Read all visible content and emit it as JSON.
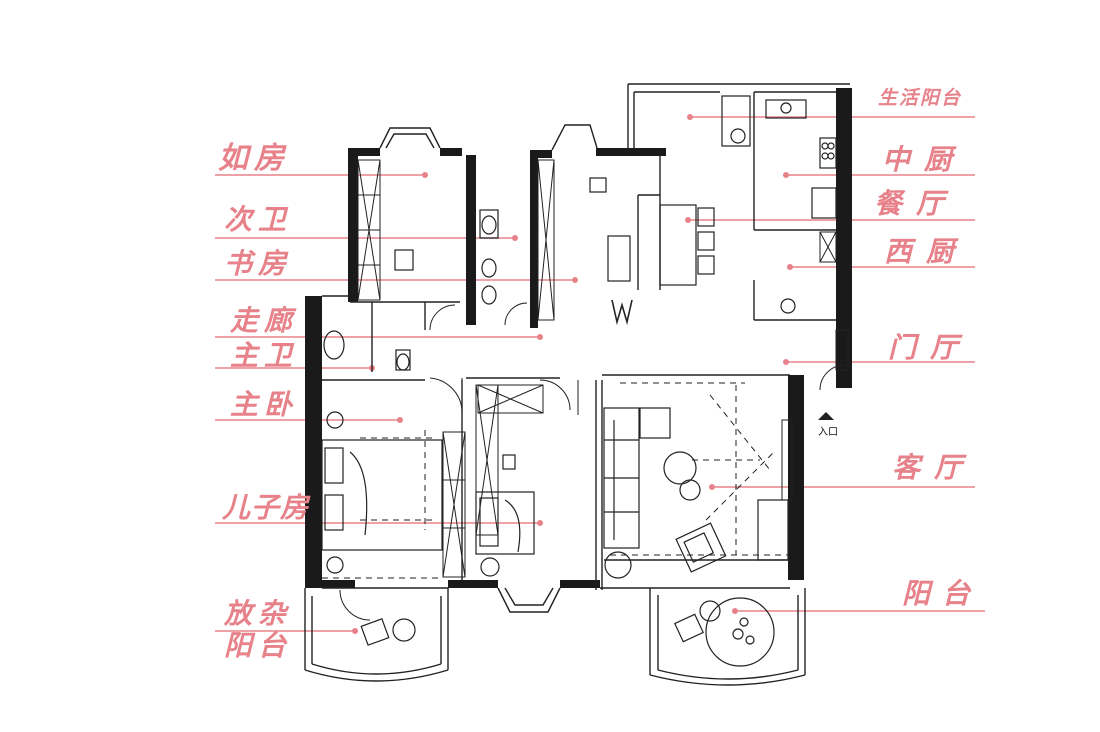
{
  "labels": {
    "nanny_room": "如房",
    "second_bath": "次卫",
    "study": "书房",
    "corridor": "走廊",
    "master_bath": "主卫",
    "master_bedroom": "主卧",
    "son_room": "儿子房",
    "storage_balcony_1": "放杂",
    "storage_balcony_2": "阳台",
    "service_balcony": "生活阳台",
    "chinese_kitchen": "中厨",
    "dining": "餐厅",
    "western_kitchen": "西厨",
    "foyer": "门厅",
    "living": "客厅",
    "balcony": "阳台"
  },
  "entrance_label": "入口",
  "colors": {
    "label": "#e8828a",
    "wall": "#1a1a1a",
    "line": "#222222"
  }
}
